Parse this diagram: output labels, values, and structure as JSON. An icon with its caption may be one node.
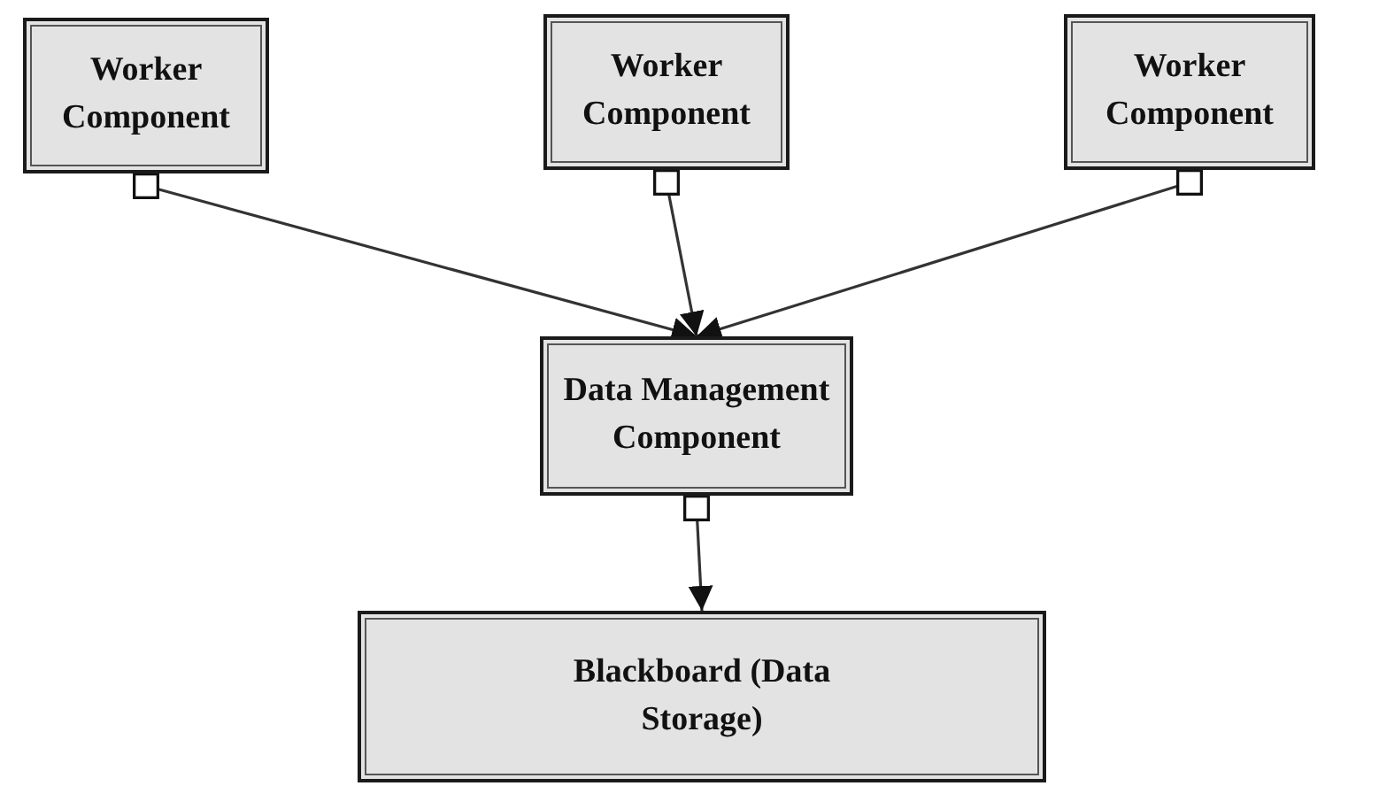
{
  "diagram": {
    "nodes": [
      {
        "text": [
          "Worker Component"
        ]
      },
      {
        "text": [
          "Worker Component"
        ]
      },
      {
        "text": [
          "Worker Component"
        ]
      },
      {
        "text": [
          "Data Management Component"
        ]
      },
      {
        "text": [
          "Blackboard (Data Storage)"
        ]
      }
    ],
    "edges": [
      {
        "from": 0,
        "to": 3,
        "arrow": "to"
      },
      {
        "from": 1,
        "to": 3,
        "arrow": "to"
      },
      {
        "from": 2,
        "to": 3,
        "arrow": "to"
      },
      {
        "from": 3,
        "to": 4,
        "arrow": "to"
      }
    ]
  }
}
